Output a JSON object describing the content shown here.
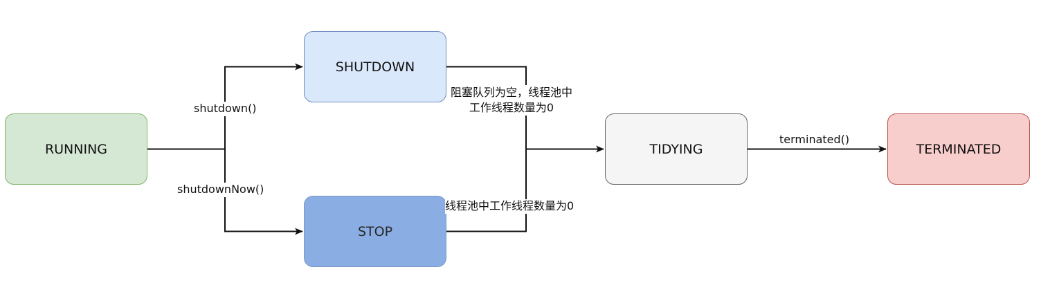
{
  "nodes": {
    "running": "RUNNING",
    "shutdown": "SHUTDOWN",
    "stop": "STOP",
    "tidying": "TIDYING",
    "terminated": "TERMINATED"
  },
  "edges": {
    "shutdown_call": "shutdown()",
    "shutdown_now_call": "shutdownNow()",
    "shutdown_condition_line1": "阻塞队列为空，线程池中",
    "shutdown_condition_line2": "工作线程数量为0",
    "stop_condition": "线程池中工作线程数量为0",
    "terminated_call": "terminated()"
  },
  "colors": {
    "running_fill": "#d5e8d4",
    "shutdown_fill": "#dae8fc",
    "stop_fill": "#7ea6e0",
    "tidying_fill": "#f5f5f5",
    "terminated_fill": "#f8cecc",
    "edge": "#333333"
  }
}
